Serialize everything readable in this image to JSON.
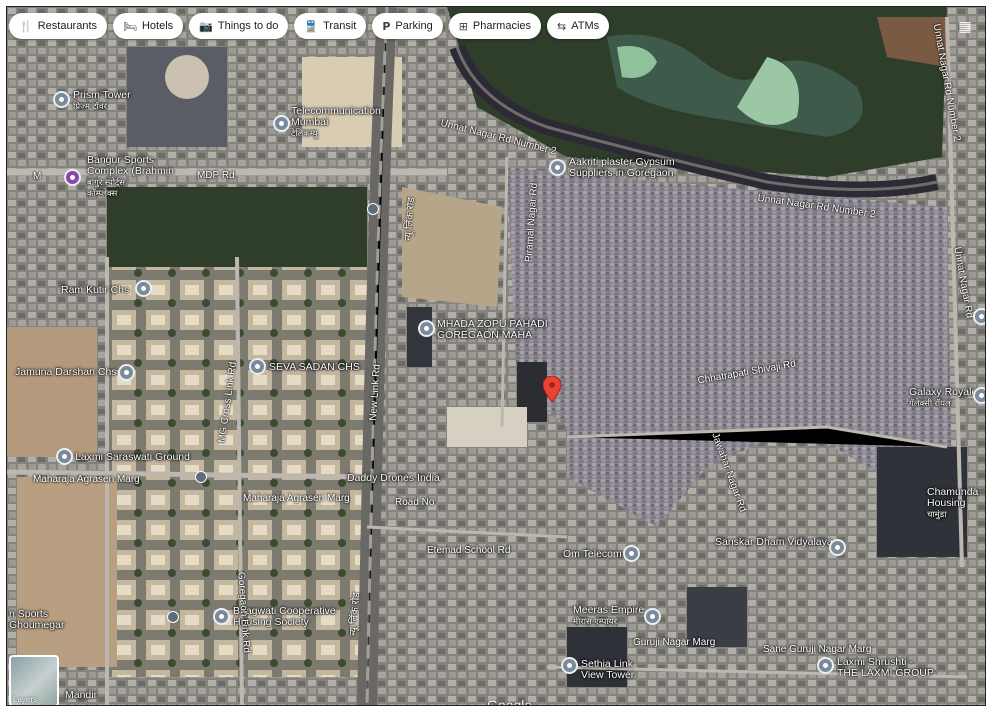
{
  "filters": {
    "restaurants": {
      "label": "Restaurants",
      "icon": "fork-knife-icon"
    },
    "hotels": {
      "label": "Hotels",
      "icon": "bed-icon"
    },
    "things": {
      "label": "Things to do",
      "icon": "camera-icon"
    },
    "transit": {
      "label": "Transit",
      "icon": "train-icon"
    },
    "parking": {
      "label": "Parking",
      "icon": "parking-icon"
    },
    "pharmacies": {
      "label": "Pharmacies",
      "icon": "pharmacy-icon"
    },
    "atms": {
      "label": "ATMs",
      "icon": "atm-icon"
    }
  },
  "places": {
    "prism_tower": {
      "name": "Prism Tower",
      "sub": "प्रिज्म टॉवर"
    },
    "bangur": {
      "name": "Bangur Sports",
      "name2": "Complex (Brahmin",
      "sub": "बांगुर स्पोर्ट्स",
      "sub2": "कॉम्प्लेक्स"
    },
    "telecommunication": {
      "name": "Telecommunication",
      "name2": "Mumbai",
      "sub": "टेलिकम्यु"
    },
    "aakriti": {
      "name": "Aakriti plaster Gypsum",
      "name2": "Suppliers in Goregaon"
    },
    "ram_kutir": {
      "name": "Ram Kutir Chs"
    },
    "mhada": {
      "name": "MHADA ZOPU PAHADI",
      "name2": "GOREGAON MAHA"
    },
    "jamuna": {
      "name": "Jamuna Darshan Chs"
    },
    "seva_sadan": {
      "name": "SEVA SADAN CHS"
    },
    "laxmi_saraswati": {
      "name": "Laxmi Saraswati Ground"
    },
    "galaxy": {
      "name": "Galaxy Royale",
      "sub": "गॅलेक्सी रॉयल"
    },
    "daddy_drones": {
      "name": "Daddy Drones India"
    },
    "chamunda": {
      "name": "Chamunda",
      "name2": "Housing",
      "sub": "चामुंडा"
    },
    "om_telecom": {
      "name": "Om Telecom"
    },
    "sanskar": {
      "name": "Sanskar Dham Vidyalaya"
    },
    "meeras": {
      "name": "Meeras Empire",
      "sub": "मीरास एम्पायर"
    },
    "bhagwati": {
      "name": "Bhagwati Cooperative",
      "name2": "Housing Society"
    },
    "sports_left": {
      "name": "n Sports",
      "name2": "Ghoumegar"
    },
    "sethia": {
      "name": "Sethia Link",
      "name2": "View Tower"
    },
    "laxmi_shrushti": {
      "name": "Laxmi Shrushti -",
      "name2": "THE LAXMI GROUP"
    },
    "mandir": {
      "name": "Mandir"
    }
  },
  "roads": {
    "mdp": "MDP Rd",
    "m_left": "M",
    "unnat1": "Unnat Nagar Rd Number 2",
    "unnat2": "Unnat Nagar Rd Number 2",
    "unnat_vert": "Unnat Nagar Rd Number 2",
    "unnat_vert2": "Unnat Nagar Rd",
    "link": "New Link Rd",
    "mg_cross": "MG Cross Link Rd",
    "maharaja1": "Maharaja Agrasen Marg",
    "maharaja2": "Maharaja Agrasen Marg",
    "etemad": "Etemad School Rd",
    "road_no": "Road No",
    "piramal": "Piramal Nagar Rd",
    "jawahar": "Jawahar Nagar Rd",
    "gurujio": "Guruji Nagar Marg",
    "sane_guruji": "Sane Guruji Nagar Marg",
    "goregaon": "Goregaon Link Rd",
    "link_hindi": "न्यू लिंक रोड",
    "link_hindi2": "न्यू लिंक रोड",
    "chhatrapati": "Chhatrapati Shivaji Rd"
  },
  "ui": {
    "layers_label": "Layers",
    "google": "Google",
    "grid_icon": "apps-grid-icon",
    "marker_icon": "red-location-marker-icon"
  },
  "colors": {
    "marker": "#ea4335",
    "chip_bg": "#ffffff",
    "poi": "#7a8a9a"
  }
}
